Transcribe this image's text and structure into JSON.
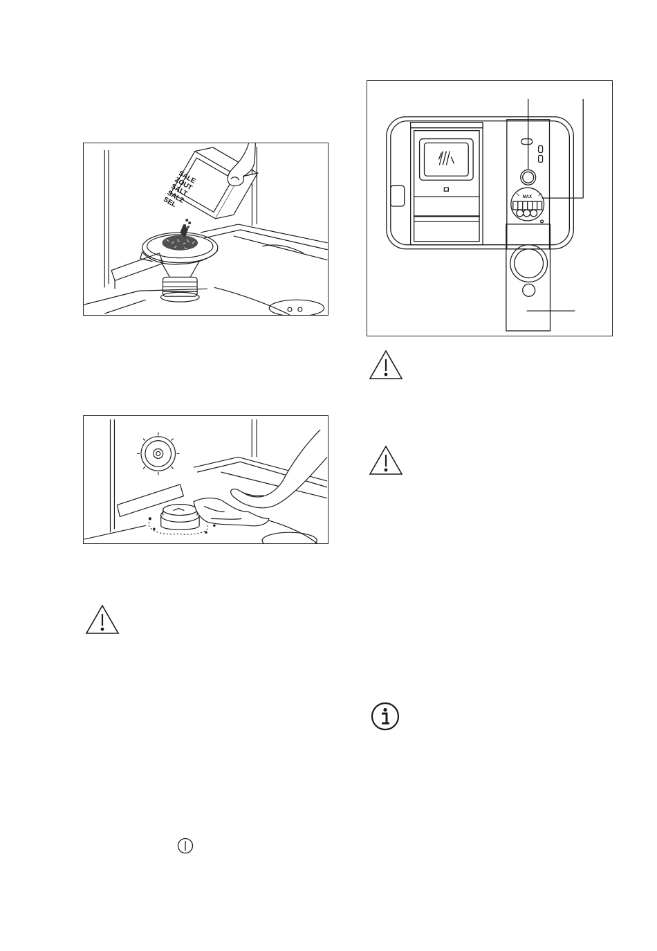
{
  "figures": {
    "salt_pour": {
      "package_words": [
        "SALE",
        "ZOUT",
        "SALT",
        "SALZ",
        "SEL"
      ]
    },
    "panel": {
      "indicator_label": "MAX"
    }
  },
  "icons": {
    "warning": "warning-triangle-icon",
    "info": "info-icon",
    "power": "power-icon"
  },
  "colors": {
    "line": "#1a1a1a",
    "background": "#ffffff",
    "salt_grain": "#333333"
  }
}
